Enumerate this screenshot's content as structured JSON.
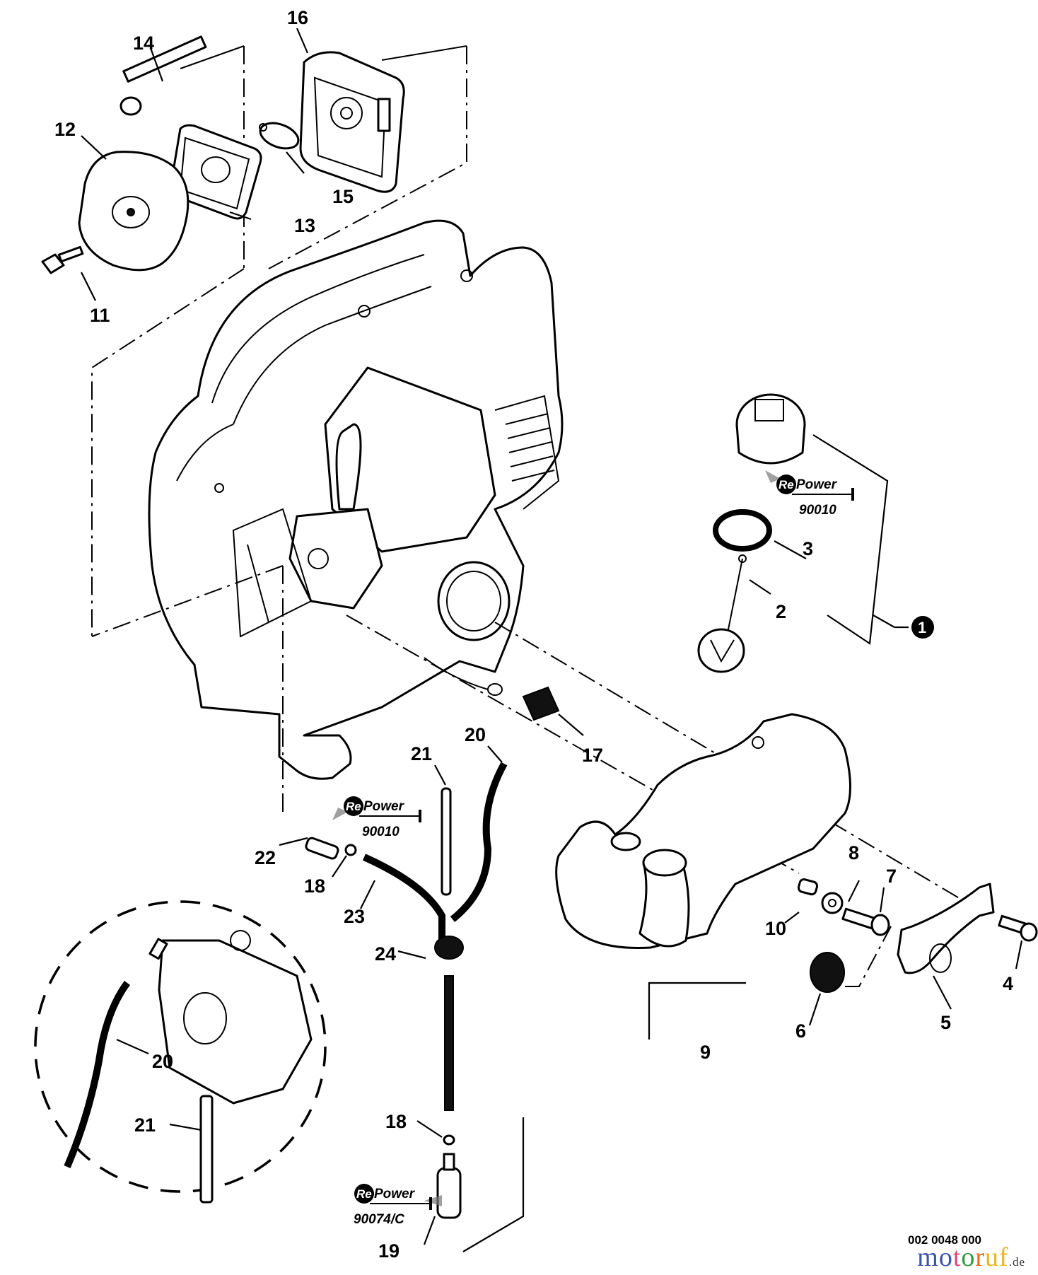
{
  "document": {
    "type": "exploded parts diagram",
    "subject": "Leaf blower — air filter, carburetor, fuel tank and fuel lines",
    "drawing_number": "002 0048 000",
    "watermark": {
      "letters": [
        "m",
        "o",
        "t",
        "o",
        "r",
        "u",
        "f"
      ],
      "tld": ".de",
      "colors": [
        "#3a55a8",
        "#3a55a8",
        "#e0427a",
        "#2e9b3c",
        "#e36b1a",
        "#e8b820",
        "#e8b820"
      ]
    }
  },
  "callouts": [
    {
      "id": "c16",
      "label": "16",
      "part": "air-filter-base"
    },
    {
      "id": "c14",
      "label": "14",
      "part": "long-bolt"
    },
    {
      "id": "c12",
      "label": "12",
      "part": "air-filter-cover"
    },
    {
      "id": "c15",
      "label": "15",
      "part": "choke-plate"
    },
    {
      "id": "c13",
      "label": "13",
      "part": "air-filter-element"
    },
    {
      "id": "c11",
      "label": "11",
      "part": "wing-screw"
    },
    {
      "id": "c3",
      "label": "3",
      "part": "cap-gasket"
    },
    {
      "id": "c2",
      "label": "2",
      "part": "cap-tether"
    },
    {
      "id": "c17",
      "label": "17",
      "part": "grommet"
    },
    {
      "id": "c21a",
      "label": "21",
      "part": "vent-tube"
    },
    {
      "id": "c20a",
      "label": "20",
      "part": "fuel-line"
    },
    {
      "id": "c22",
      "label": "22",
      "part": "fitting"
    },
    {
      "id": "c18a",
      "label": "18",
      "part": "o-ring"
    },
    {
      "id": "c23",
      "label": "23",
      "part": "return-line"
    },
    {
      "id": "c24",
      "label": "24",
      "part": "fuel-grommet"
    },
    {
      "id": "c8",
      "label": "8",
      "part": "washer"
    },
    {
      "id": "c7",
      "label": "7",
      "part": "tank-bolt"
    },
    {
      "id": "c10",
      "label": "10",
      "part": "collar"
    },
    {
      "id": "c4",
      "label": "4",
      "part": "bracket-bolt"
    },
    {
      "id": "c6",
      "label": "6",
      "part": "plug"
    },
    {
      "id": "c5",
      "label": "5",
      "part": "tank-bracket"
    },
    {
      "id": "c9",
      "label": "9",
      "part": "fuel-tank-assembly"
    },
    {
      "id": "c20b",
      "label": "20",
      "part": "fuel-line-inset"
    },
    {
      "id": "c21b",
      "label": "21",
      "part": "vent-tube-inset"
    },
    {
      "id": "c18b",
      "label": "18",
      "part": "o-ring-filter"
    },
    {
      "id": "c19",
      "label": "19",
      "part": "fuel-filter"
    }
  ],
  "assembly_badge": {
    "label": "1",
    "part": "fuel-cap-assembly"
  },
  "repower_labels": [
    {
      "id": "rp1",
      "brand_re": "Re",
      "brand_word": "Power",
      "code": "90010"
    },
    {
      "id": "rp2",
      "brand_re": "Re",
      "brand_word": "Power",
      "code": "90010"
    },
    {
      "id": "rp3",
      "brand_re": "Re",
      "brand_word": "Power",
      "code": "90074/C"
    }
  ]
}
